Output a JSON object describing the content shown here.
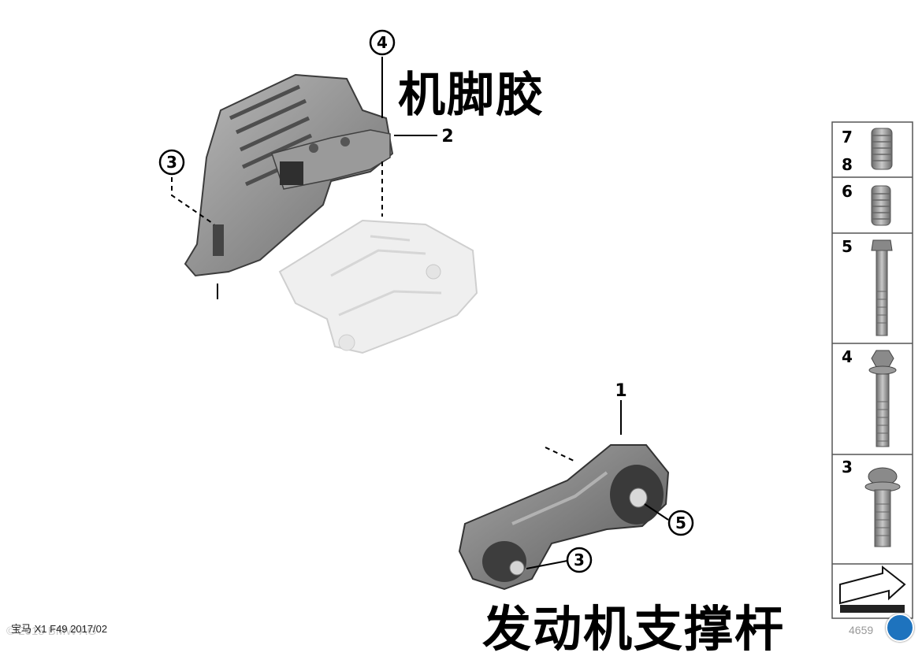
{
  "labels": {
    "engine_mount_title": "机脚胶",
    "engine_strut_title": "发动机支撑杆"
  },
  "callouts": {
    "c1": "1",
    "c2": "2",
    "c3_top": "3",
    "c4_top": "4",
    "c3_bottom": "3",
    "c5_bottom": "5"
  },
  "sidebar": {
    "items": [
      {
        "numbers": [
          "7",
          "8"
        ],
        "icon": "threaded-sleeve-long"
      },
      {
        "numbers": [
          "6"
        ],
        "icon": "threaded-sleeve-short"
      },
      {
        "numbers": [
          "5"
        ],
        "icon": "long-bolt-flange"
      },
      {
        "numbers": [
          "4"
        ],
        "icon": "hex-flange-bolt"
      },
      {
        "numbers": [
          "3"
        ],
        "icon": "torx-flange-bolt"
      },
      {
        "numbers": [],
        "icon": "direction-arrow"
      }
    ]
  },
  "footer": {
    "model": "宝马 X1 F49 2017/02",
    "copyright": "© 2015 BMW AG",
    "diagram_number": "4659"
  },
  "colors": {
    "line": "#000000",
    "part_dark": "#8c8c8c",
    "part_light": "#dcdcdc",
    "watermark": "#1e73be"
  }
}
